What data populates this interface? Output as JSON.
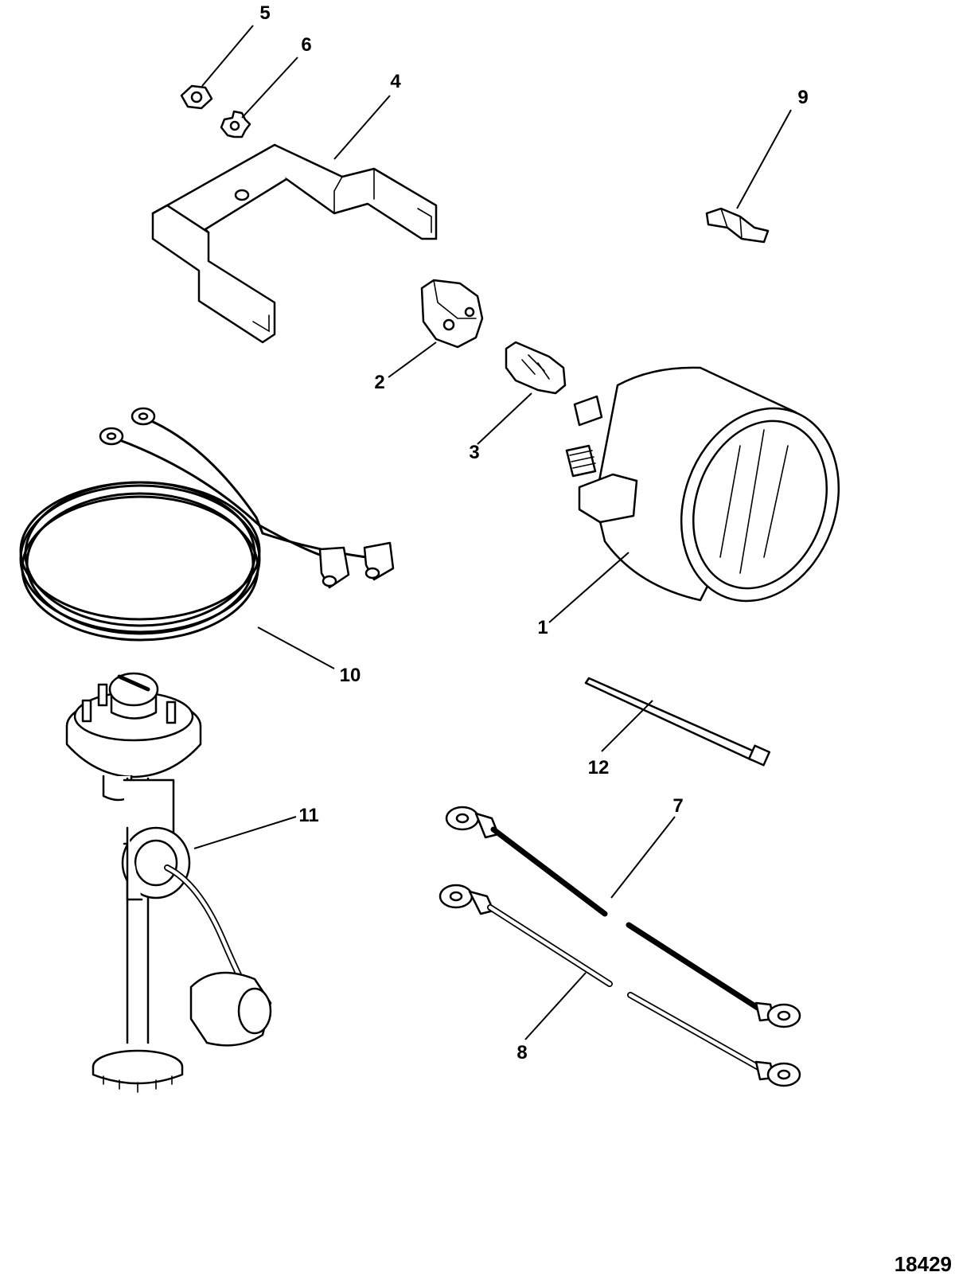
{
  "callouts": [
    {
      "id": "1",
      "label": "1"
    },
    {
      "id": "2",
      "label": "2"
    },
    {
      "id": "3",
      "label": "3"
    },
    {
      "id": "4",
      "label": "4"
    },
    {
      "id": "5",
      "label": "5"
    },
    {
      "id": "6",
      "label": "6"
    },
    {
      "id": "7",
      "label": "7"
    },
    {
      "id": "8",
      "label": "8"
    },
    {
      "id": "9",
      "label": "9"
    },
    {
      "id": "10",
      "label": "10"
    },
    {
      "id": "11",
      "label": "11"
    },
    {
      "id": "12",
      "label": "12"
    }
  ],
  "figure_number": "18429"
}
